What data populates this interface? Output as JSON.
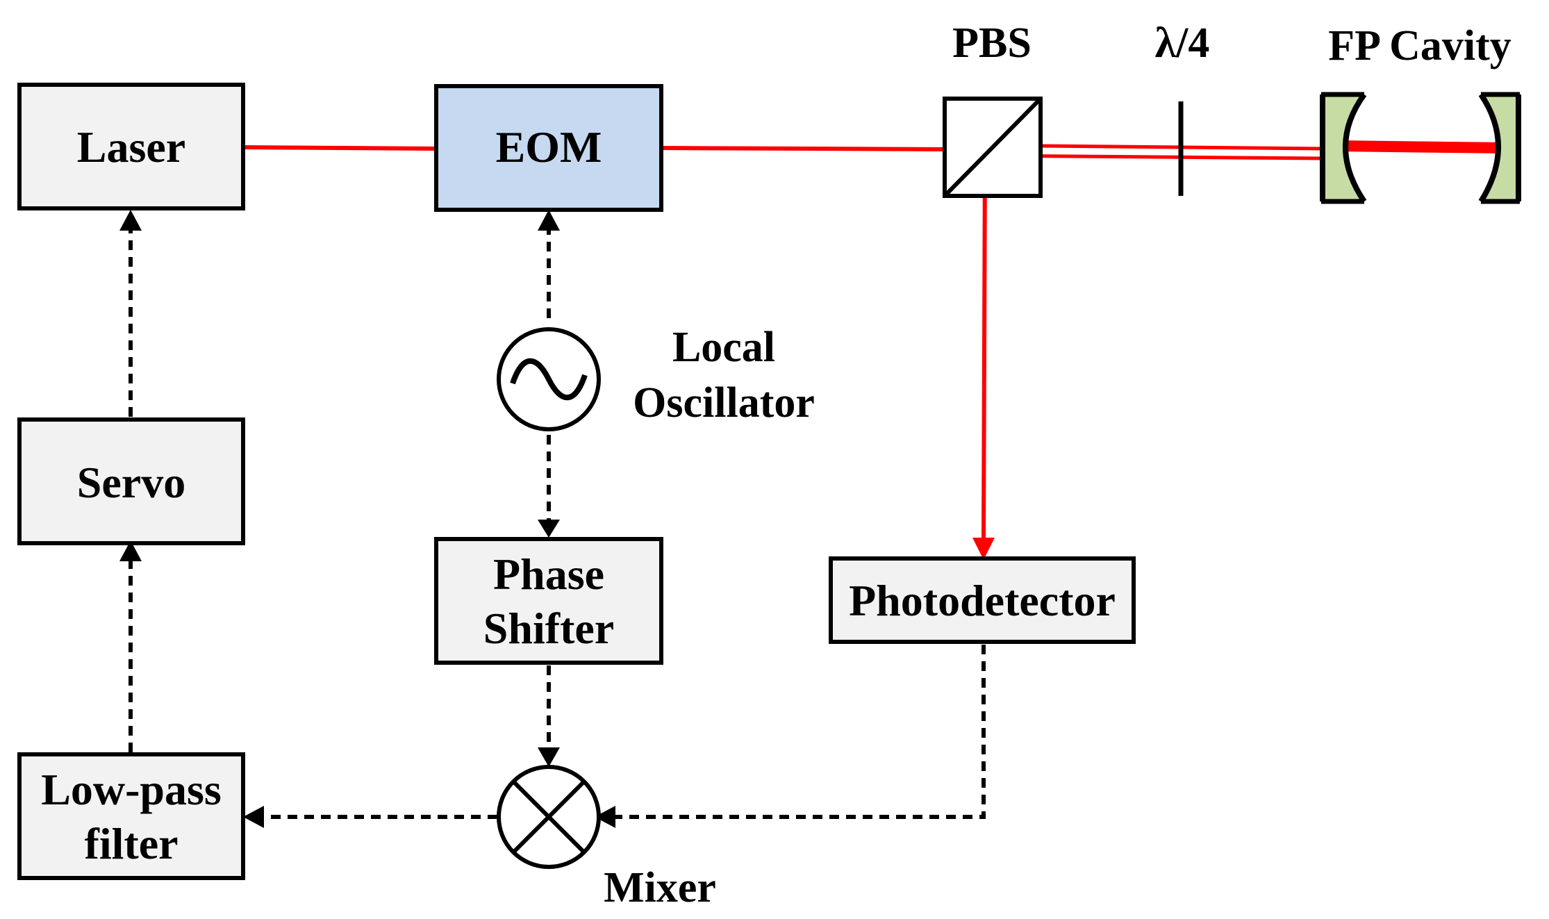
{
  "colors": {
    "box_fill": "#f2f2f2",
    "eom_fill": "#c6d9f0",
    "mirror_fill": "#c7dca5",
    "beam": "#ff0000",
    "signal": "#000000"
  },
  "blocks": {
    "laser": "Laser",
    "eom": "EOM",
    "servo": "Servo",
    "phase_shifter": [
      "Phase",
      "Shifter"
    ],
    "photodetector": "Photodetector",
    "low_pass_filter": [
      "Low-pass",
      "filter"
    ]
  },
  "labels": {
    "pbs": "PBS",
    "quarter_wave": "λ/4",
    "fp_cavity": "FP Cavity",
    "local_oscillator": [
      "Local",
      "Oscillator"
    ],
    "mixer": "Mixer"
  },
  "icons": {
    "local_oscillator": "sine-wave-icon",
    "mixer": "multiplier-cross-icon"
  }
}
